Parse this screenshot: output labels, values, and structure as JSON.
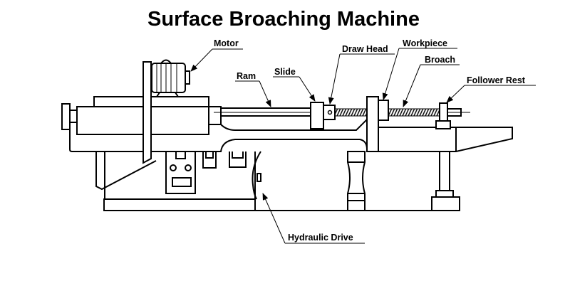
{
  "title": "Surface Broaching Machine",
  "labels": {
    "motor": "Motor",
    "ram": "Ram",
    "slide": "Slide",
    "draw_head": "Draw Head",
    "workpiece": "Workpiece",
    "broach": "Broach",
    "follower_rest": "Follower Rest",
    "hydraulic_drive": "Hydraulic Drive"
  }
}
